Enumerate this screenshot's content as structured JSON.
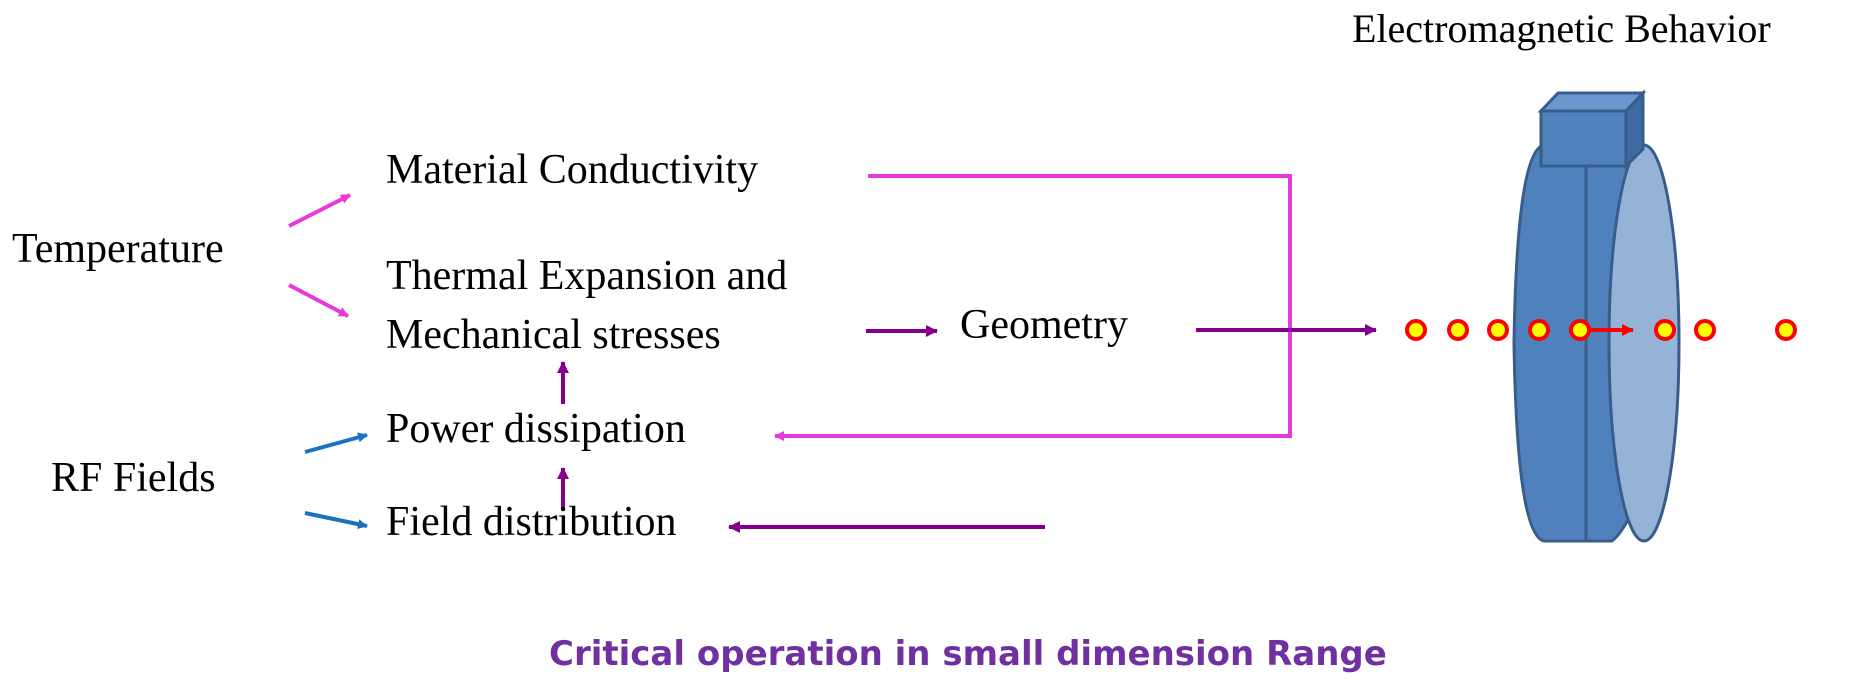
{
  "title": "Electromagnetic Behavior",
  "inputs": {
    "temperature": "Temperature",
    "rf_fields": "RF Fields"
  },
  "effects": {
    "material_conductivity": "Material Conductivity",
    "thermal_expansion_line1": "Thermal Expansion and",
    "thermal_expansion_line2": "Mechanical stresses",
    "power_dissipation": "Power dissipation",
    "field_distribution": "Field distribution",
    "geometry": "Geometry"
  },
  "footer": "Critical operation in small dimension Range",
  "colors": {
    "magenta": "#e838d8",
    "purple": "#84008c",
    "blue": "#1a72c0",
    "cavity": "#4f81bd",
    "cavity_dark": "#385d8a",
    "cavity_face": "#95b3d7",
    "particle_fill": "#ffff00",
    "particle_ring": "#ff0000",
    "footer_text": "#7030a0"
  },
  "icons": {
    "cavity": "rf-cavity-icon",
    "particle": "particle-dot-icon"
  },
  "particle_count": 8
}
